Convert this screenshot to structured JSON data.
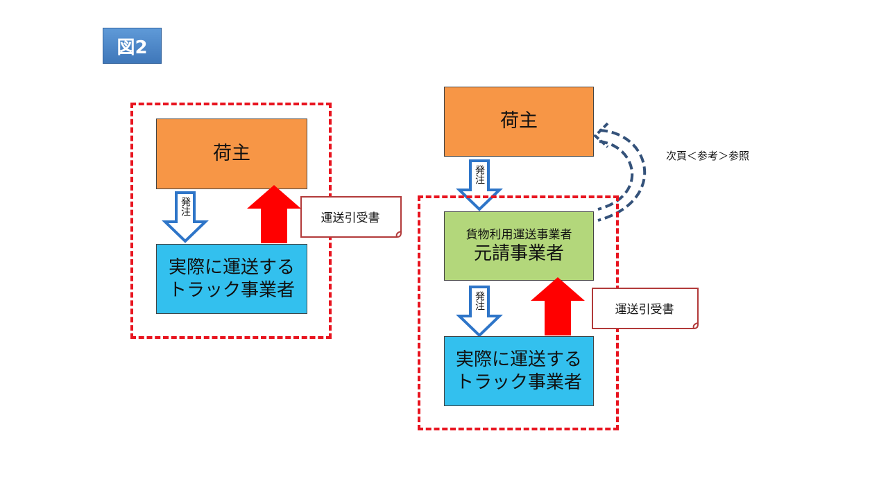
{
  "figure_label": "図2",
  "left_diagram": {
    "shipper": "荷主",
    "order_label": "発注",
    "trucker_line1": "実際に運送する",
    "trucker_line2": "トラック事業者",
    "document_label": "運送引受書"
  },
  "right_diagram": {
    "shipper": "荷主",
    "order_label_top": "発注",
    "contractor_line1": "貨物利用運送事業者",
    "contractor_line2": "元請事業者",
    "order_label_bottom": "発注",
    "trucker_line1": "実際に運送する",
    "trucker_line2": "トラック事業者",
    "document_label": "運送引受書",
    "reference_note": "次頁＜参考＞参照"
  },
  "colors": {
    "frame_red": "#e8141f",
    "shipper_orange": "#f79646",
    "trucker_blue": "#33c0ee",
    "contractor_green": "#b3d77b",
    "arrow_outline_blue": "#2e75c8",
    "curved_arrow_navy": "#34527a"
  }
}
